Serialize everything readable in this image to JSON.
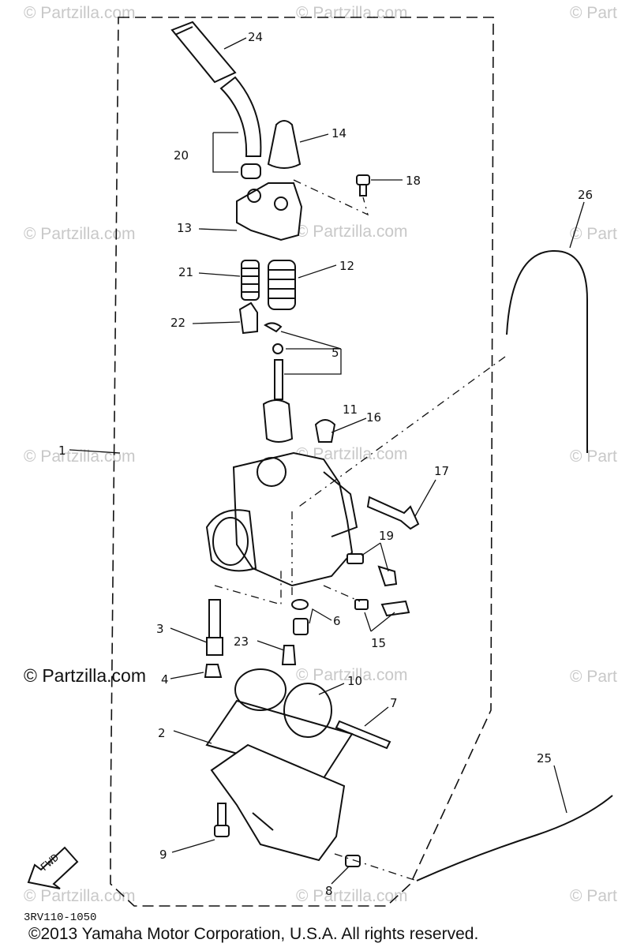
{
  "watermark": {
    "text": "© Partzilla.com",
    "text_bold": "© Partzilla.com",
    "text_cut": "© Part"
  },
  "diagram_code": "3RV110-1050",
  "copyright": "©2013 Yamaha Motor Corporation, U.S.A. All rights reserved.",
  "fwd_label": "FWD",
  "callouts": {
    "c1": "1",
    "c2": "2",
    "c3": "3",
    "c4": "4",
    "c5": "5",
    "c6": "6",
    "c7": "7",
    "c8": "8",
    "c9": "9",
    "c10": "10",
    "c11": "11",
    "c12": "12",
    "c13": "13",
    "c14": "14",
    "c15": "15",
    "c16": "16",
    "c17": "17",
    "c18": "18",
    "c19": "19",
    "c20": "20",
    "c21": "21",
    "c22": "22",
    "c23": "23",
    "c24": "24",
    "c25": "25",
    "c26": "26"
  }
}
